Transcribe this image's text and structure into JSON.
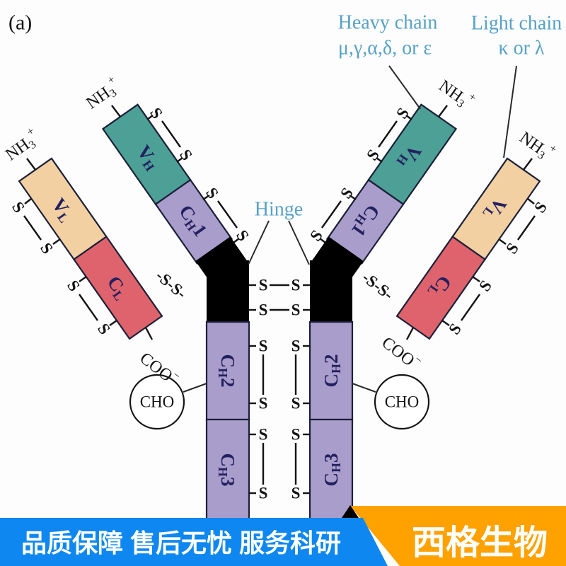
{
  "panel_label": "(a)",
  "annotations": {
    "heavy_chain_line1": "Heavy chain",
    "heavy_chain_line2": "μ,γ,α,δ, or ε",
    "light_chain_line1": "Light chain",
    "light_chain_line2": "κ or λ",
    "hinge": "Hinge",
    "cho": "CHO",
    "s": "S",
    "ss": "-S-S-",
    "nh3_main": "NH",
    "nh3_sub": "3",
    "nh3_sup": "+",
    "coo_main": "COO",
    "coo_sup": "−"
  },
  "domains": {
    "v_main": "V",
    "c_main": "C",
    "h_sub": "H",
    "l_sub": "L",
    "ch1_num": "1",
    "ch2_num": "2",
    "ch3_num": "3"
  },
  "colors": {
    "vh_fill": "#4ca096",
    "ch_fill": "#a99dcb",
    "vl_fill": "#f2d0a2",
    "cl_fill": "#df636c",
    "hinge_fill": "#000000",
    "outline": "#1b2038",
    "annotation_blue": "#57a1c6",
    "domain_text": "#23205f",
    "banner_left_bg": "#0f87f0",
    "banner_right_bg": "#ffa200",
    "banner_text": "#ffffff"
  },
  "banner": {
    "left_text": "品质保障 售后无忧 服务科研",
    "right_text": "西格生物"
  }
}
